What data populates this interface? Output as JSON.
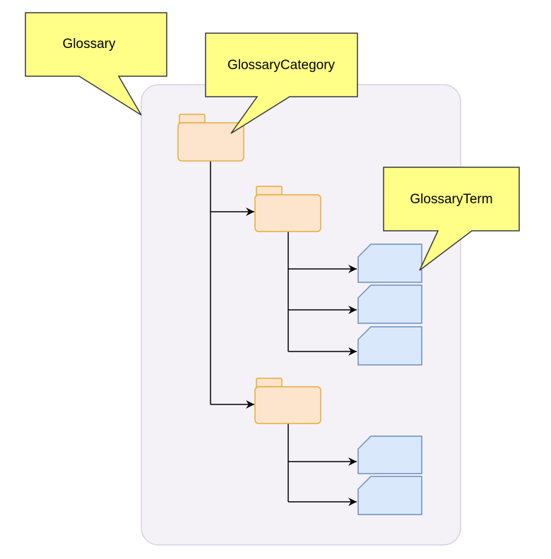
{
  "callouts": {
    "glossary": "Glossary",
    "category": "GlossaryCategory",
    "term": "GlossaryTerm"
  },
  "colors": {
    "container_fill": "#f4f1f7",
    "container_stroke": "#d9cfe3",
    "folder_fill": "#fde4cc",
    "folder_stroke": "#e3ad3c",
    "doc_fill": "#dae8fc",
    "doc_stroke": "#6c8ebf",
    "callout_fill": "#ffff88",
    "callout_stroke": "#36393d",
    "connector": "#000000"
  }
}
